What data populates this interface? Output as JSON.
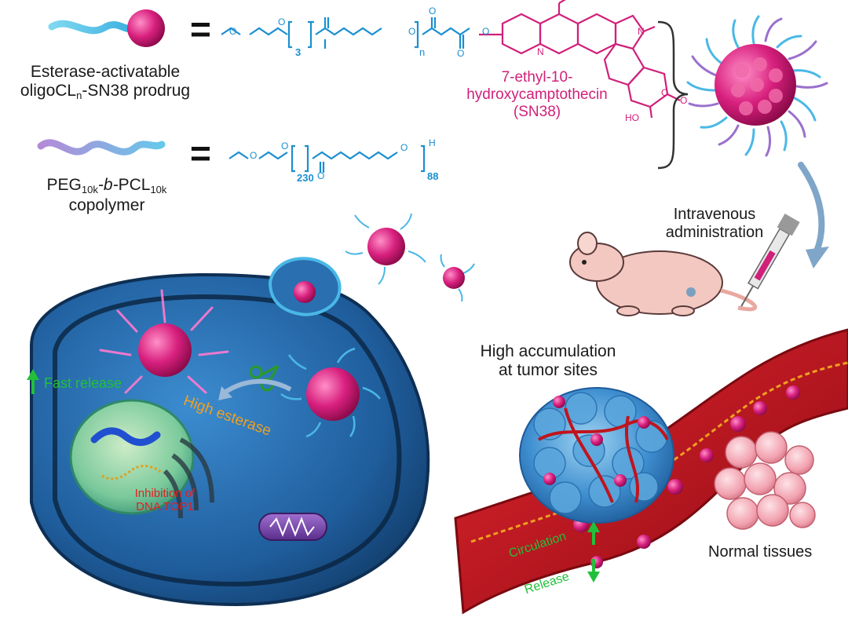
{
  "labels": {
    "prodrug_line1": "Esterase-activatable",
    "prodrug_line2_pre": "oligoCL",
    "prodrug_line2_sub": "n",
    "prodrug_line2_post": "-SN38 prodrug",
    "copolymer_peg": "PEG",
    "copolymer_peg_sub": "10k",
    "copolymer_b": "-b-",
    "copolymer_pcl": "PCL",
    "copolymer_pcl_sub": "10k",
    "copolymer_line2": "copolymer",
    "equals": "=",
    "sn38_line1": "7-ethyl-10-",
    "sn38_line2": "hydroxycamptothecin",
    "sn38_line3": "(SN38)",
    "intravenous_line1": "Intravenous",
    "intravenous_line2": "administration",
    "accumulation_line1": "High accumulation",
    "accumulation_line2": "at tumor sites",
    "fast_release": "Fast release",
    "high_esterase": "High esterase",
    "inhibition_line1": "Inhibition of",
    "inhibition_line2": "DNA TOP1",
    "circulation": "Circulation",
    "release": "Release",
    "normal_tissues": "Normal tissues"
  },
  "formula_text": {
    "repeat_3": "3",
    "repeat_n": "n",
    "repeat_230": "230",
    "repeat_88": "88",
    "h_end": "H",
    "atom_o": "O",
    "atom_n": "N",
    "atom_ho": "HO"
  },
  "colors": {
    "polymer_blue": "#1a8fd0",
    "sn38_magenta": "#d0207a",
    "label_red": "#e02020",
    "label_green": "#22c03a",
    "label_orange": "#f0a020",
    "cell_blue": "#2a6fb0",
    "vessel_red": "#c0141c",
    "particle_pink": "#e0308a"
  },
  "icons": [
    "scissors-icon",
    "syringe-icon",
    "mouse-illustration",
    "micelle-icon",
    "up-arrow-icon",
    "down-arrow-icon"
  ]
}
